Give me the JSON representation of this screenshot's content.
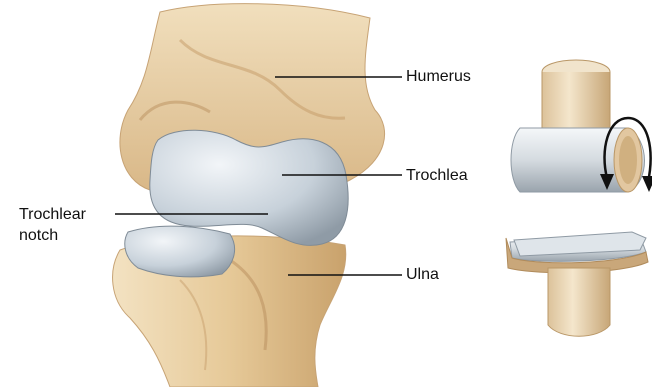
{
  "labels": {
    "humerus": "Humerus",
    "trochlea": "Trochlea",
    "trochlear_notch_line1": "Trochlear",
    "trochlear_notch_line2": "notch",
    "ulna": "Ulna"
  },
  "colors": {
    "bone": "#e8cfa3",
    "bone_shadow": "#c9a677",
    "cartilage": "#c9d3dc",
    "cartilage_highlight": "#eef2f5",
    "leader_line": "#111111",
    "arrow": "#111111"
  }
}
